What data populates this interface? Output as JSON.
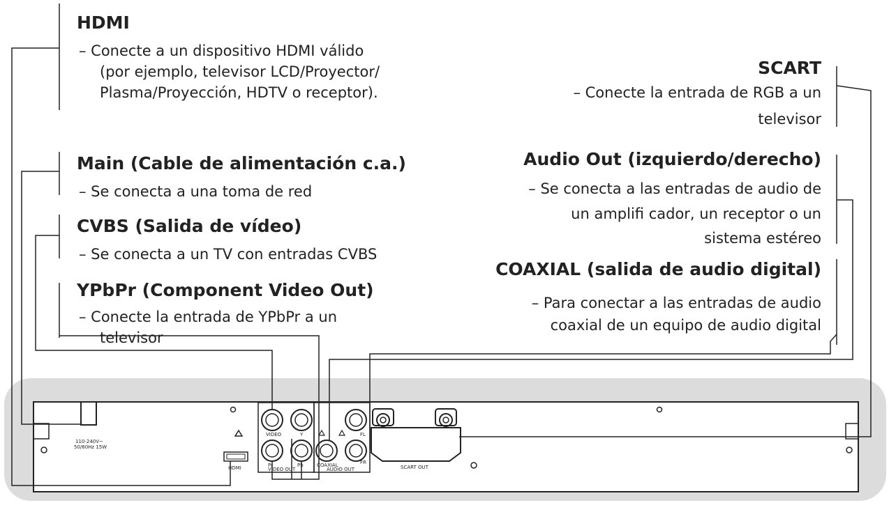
{
  "hdmi": {
    "title": "HDMI",
    "line1": "– Conecte a un dispositivo HDMI válido",
    "line2": "(por ejemplo, televisor LCD/Proyector/",
    "line3": "Plasma/Proyección, HDTV o receptor)."
  },
  "main": {
    "title": "Main (Cable de alimentación c.a.)",
    "line1": "– Se conecta a una toma de red"
  },
  "cvbs": {
    "title": "CVBS (Salida de vídeo)",
    "line1": "– Se conecta a un TV con entradas CVBS"
  },
  "ypbpr": {
    "title": "YPbPr (Component Video Out)",
    "line1": "– Conecte la entrada de YPbPr a un",
    "line2": "televisor"
  },
  "scart": {
    "title": "SCART",
    "line1": "– Conecte la entrada de RGB a un",
    "line2": "televisor"
  },
  "audio_out": {
    "title": "Audio Out (izquierdo/derecho)",
    "line1": "– Se conecta a las entradas de audio de",
    "line2": "un amplifi cador, un receptor o un",
    "line3": "sistema estéreo"
  },
  "coaxial": {
    "title": "COAXIAL (salida de audio digital)",
    "line1": "– Para conectar a las entradas de audio",
    "line2": "coaxial de un equipo de audio digital"
  },
  "panel": {
    "power_rating_1": "110-240V~",
    "power_rating_2": "50/60Hz 15W",
    "hdmi_port": "HDMI",
    "scart_port": "SCART OUT",
    "coaxial_port": "COAXIAL",
    "fl_port": "FL",
    "fr_port": "FR",
    "video_port": "VIDEO",
    "y_port": "Y",
    "pb_port": "Pb",
    "pr_port": "Pr",
    "video_group": "VIDEO OUT",
    "audio_group": "AUDIO OUT"
  }
}
